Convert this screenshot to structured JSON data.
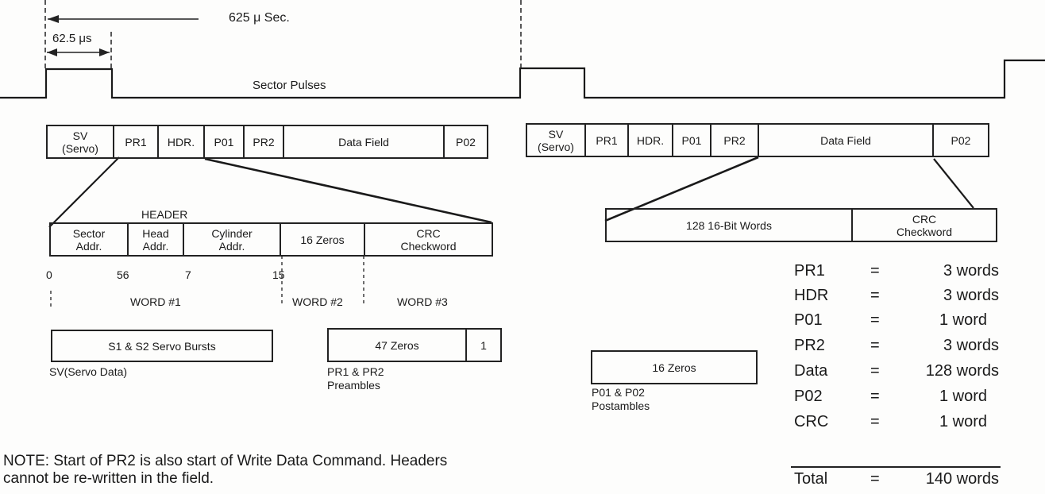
{
  "timing": {
    "period_label": "625 μ Sec.",
    "pulse_width_label": "62.5 μs",
    "sector_pulses_label": "Sector Pulses"
  },
  "sector_format": {
    "fields": [
      "SV\n(Servo)",
      "PR1",
      "HDR.",
      "P01",
      "PR2",
      "Data Field",
      "P02"
    ]
  },
  "header": {
    "title": "HEADER",
    "fields": [
      "Sector\nAddr.",
      "Head\nAddr.",
      "Cylinder\nAddr.",
      "16 Zeros",
      "CRC\nCheckword"
    ],
    "bit_ticks": [
      "0",
      "56",
      "7",
      "15"
    ],
    "words": [
      "WORD #1",
      "WORD #2",
      "WORD #3"
    ]
  },
  "data_field": {
    "fields": [
      "128 16-Bit Words",
      "CRC\nCheckword"
    ]
  },
  "servo": {
    "box_label": "S1 & S2 Servo Bursts",
    "caption": "SV(Servo Data)"
  },
  "preamble": {
    "zeros_label": "47 Zeros",
    "one_label": "1",
    "caption": "PR1 & PR2\nPreambles"
  },
  "postamble": {
    "zeros_label": "16   Zeros",
    "caption": "P01 & P02\nPostambles"
  },
  "word_counts": {
    "rows": [
      {
        "field": "PR1",
        "eq": "=",
        "value": "3 words"
      },
      {
        "field": "HDR",
        "eq": "=",
        "value": "3 words"
      },
      {
        "field": "P01",
        "eq": "=",
        "value": "1 word"
      },
      {
        "field": "PR2",
        "eq": "=",
        "value": "3 words"
      },
      {
        "field": "Data",
        "eq": "=",
        "value": "128 words"
      },
      {
        "field": "P02",
        "eq": "=",
        "value": "1 word"
      },
      {
        "field": "CRC",
        "eq": "=",
        "value": "1 word"
      }
    ],
    "total": {
      "field": "Total",
      "eq": "=",
      "value": "140 words"
    }
  },
  "note": {
    "text": "NOTE:  Start of PR2 is also start of Write Data Command.  Headers\n            cannot be re-written in the field."
  }
}
